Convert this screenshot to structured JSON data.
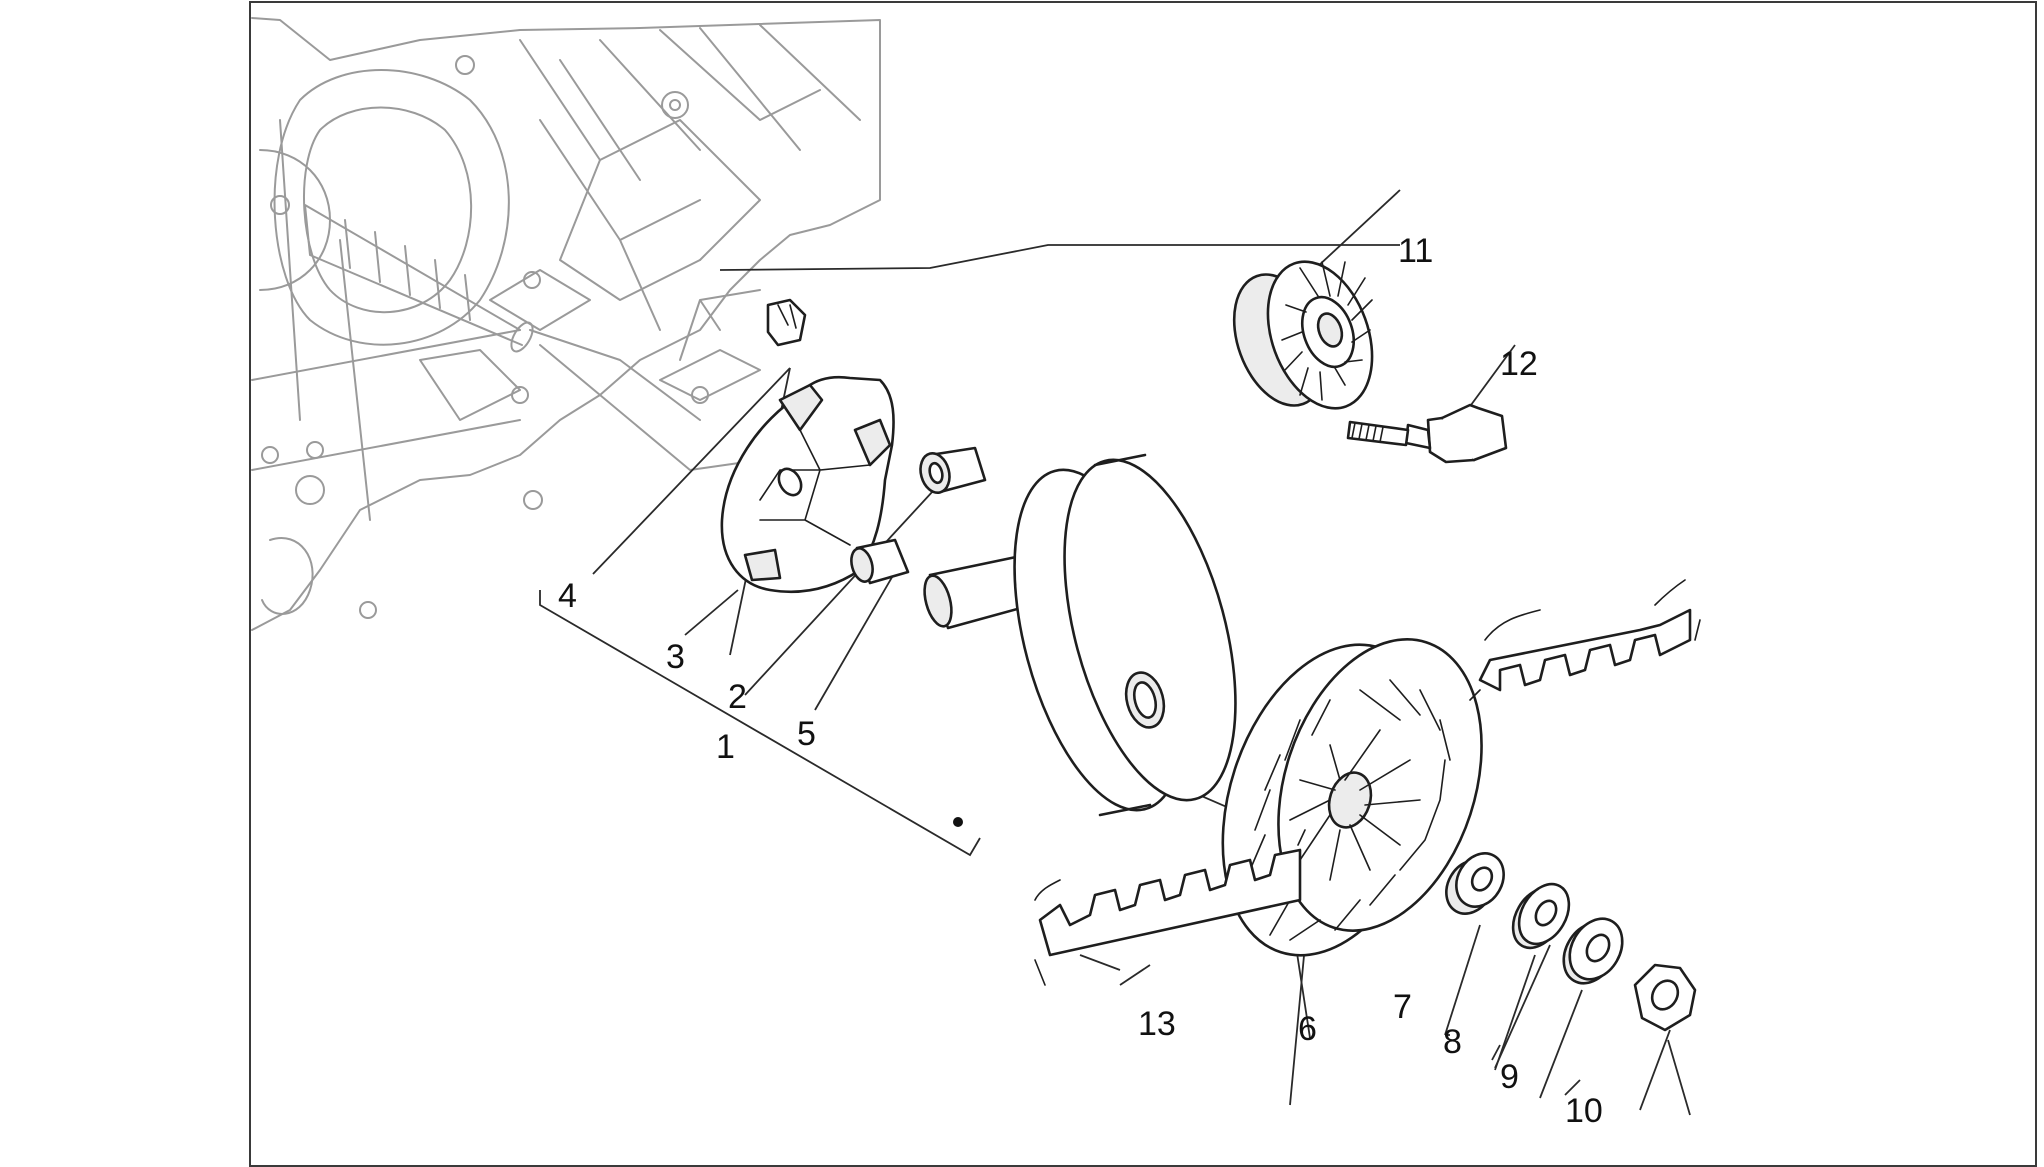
{
  "callouts": [
    {
      "id": "c1",
      "text": "1"
    },
    {
      "id": "c2",
      "text": "2"
    },
    {
      "id": "c3",
      "text": "3"
    },
    {
      "id": "c4",
      "text": "4"
    },
    {
      "id": "c5",
      "text": "5"
    },
    {
      "id": "c6",
      "text": "6"
    },
    {
      "id": "c7",
      "text": "7"
    },
    {
      "id": "c8",
      "text": "8"
    },
    {
      "id": "c9",
      "text": "9"
    },
    {
      "id": "c10",
      "text": "10"
    },
    {
      "id": "c11",
      "text": "11"
    },
    {
      "id": "c12",
      "text": "12"
    },
    {
      "id": "c13",
      "text": "13"
    }
  ],
  "parts": {
    "engine_case": "engine-case-icon",
    "fixed_half_pulley": "fixed-half-pulley-icon",
    "driving_half_pulley_assembly": "driving-half-pulley-icon",
    "roller_contrast_plate": "roller-contrast-plate-icon",
    "slider": "slider-icon",
    "bushing": "bushing-icon",
    "spacer": "spacer-icon",
    "fan_pulley": "fan-pulley-icon",
    "belt": "drive-belt-icon",
    "idler_roller": "idler-roller-icon",
    "bolt": "bolt-icon",
    "washer": "washer-icon",
    "belleville_washer": "belleville-washer-icon",
    "nut": "nut-icon"
  },
  "colors": {
    "frame": "#3a3a3a",
    "engine_lines": "#9a9a9a",
    "part_lines": "#1e1e1e",
    "label_text": "#111111"
  }
}
